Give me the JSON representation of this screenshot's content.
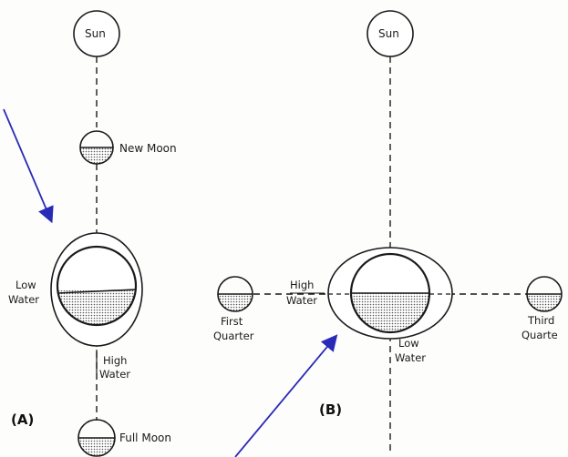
{
  "diagram": {
    "panel_a": {
      "label": "(A)",
      "sun": "Sun",
      "new_moon": "New Moon",
      "full_moon": "Full Moon",
      "low_water": [
        "Low",
        "Water"
      ],
      "high_water": [
        "High",
        "Water"
      ]
    },
    "panel_b": {
      "label": "(B)",
      "sun": "Sun",
      "first_quarter": [
        "First",
        "Quarter"
      ],
      "third_quarter": [
        "Third",
        "Quarte"
      ],
      "high_water": [
        "High",
        "Water"
      ],
      "low_water": [
        "Low",
        "Water"
      ]
    }
  },
  "colors": {
    "ink": "#1a1a1a",
    "arrow": "#2a2ab8",
    "stipple": "#7a7a7a"
  }
}
